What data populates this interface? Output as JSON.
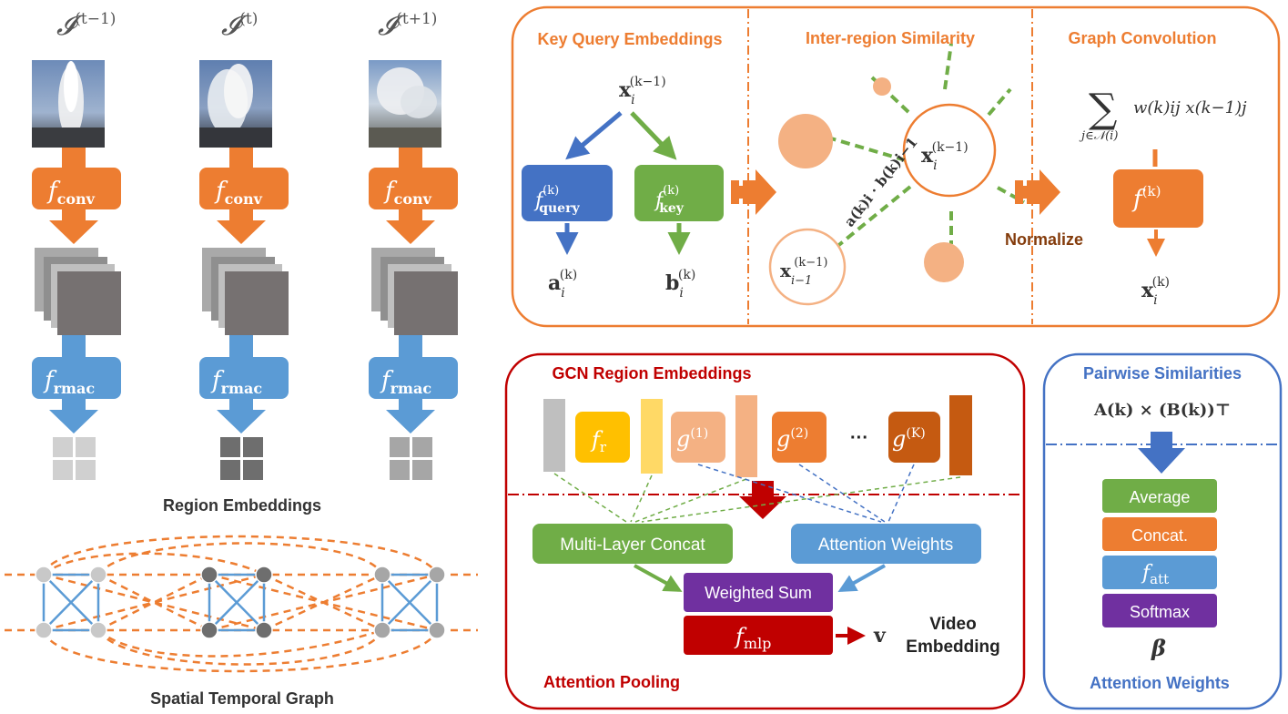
{
  "colors": {
    "orange": "#ed7d31",
    "light_orange": "#f4b183",
    "blue": "#4472c4",
    "light_blue": "#5b9bd5",
    "green": "#70ad47",
    "dark_red": "#c00000",
    "purple": "#7030a0",
    "yellow": "#ffc000",
    "brown": "#843c0c",
    "gray": "#7f7f7f"
  },
  "frames": [
    {
      "label_base": "𝓘",
      "superscript": "(t−1)",
      "cell_color": "#d0d0d0"
    },
    {
      "label_base": "𝓘",
      "superscript": "(t)",
      "cell_color": "#6e6e6e"
    },
    {
      "label_base": "𝓘",
      "superscript": "(t+1)",
      "cell_color": "#a6a6a6"
    }
  ],
  "left": {
    "fconv_base": "f",
    "fconv_sub": "conv",
    "frmac_base": "f",
    "frmac_sub": "rmac",
    "region_embeddings_title": "Region Embeddings",
    "graph_title": "Spatial Temporal Graph"
  },
  "top": {
    "section1_title": "Key Query Embeddings",
    "section2_title": "Inter-region Similarity",
    "section3_title": "Graph Convolution",
    "x_input": {
      "base": "x",
      "sub": "i",
      "sup": "(k−1)"
    },
    "fquery": {
      "base": "f",
      "sub": "query",
      "sup": "(k)"
    },
    "fkey": {
      "base": "f",
      "sub": "key",
      "sup": "(k)"
    },
    "a_out": {
      "base": "a",
      "sub": "i",
      "sup": "(k)"
    },
    "b_out": {
      "base": "b",
      "sub": "i",
      "sup": "(k)"
    },
    "center_node": {
      "base": "x",
      "sub": "i",
      "sup": "(k−1)"
    },
    "neighbor_node": {
      "base": "x",
      "sub": "i−1",
      "sup": "(k−1)"
    },
    "edge_label": "a(k)i · b(k)i−1",
    "normalize_label": "Normalize",
    "sum_symbol": "∑",
    "sum_index": "j∈𝒩(i)",
    "sum_term": "w(k)ij x(k−1)j",
    "fk": {
      "base": "f",
      "sup": "(k)"
    },
    "x_output": {
      "base": "x",
      "sub": "i",
      "sup": "(k)"
    }
  },
  "gcn": {
    "title": "GCN Region Embeddings",
    "fr": {
      "base": "f",
      "sub": "r"
    },
    "g1": {
      "base": "g",
      "sup": "(1)"
    },
    "g2": {
      "base": "g",
      "sup": "(2)"
    },
    "ellipsis": "···",
    "gK": {
      "base": "g",
      "sup": "(K)"
    },
    "concat_label": "Multi-Layer Concat",
    "attn_label": "Attention Weights",
    "weighted_sum_label": "Weighted Sum",
    "fmlp": {
      "base": "f",
      "sub": "mlp"
    },
    "v_label": "v",
    "video_embedding_label": "Video Embedding",
    "video_word1": "Video",
    "video_word2": "Embedding",
    "pooling_title": "Attention Pooling"
  },
  "pairwise": {
    "title": "Pairwise Similarities",
    "formula": "A(k) × (B(k))⊤",
    "steps": [
      "Average",
      "Concat.",
      "f_att",
      "Softmax"
    ],
    "fatt": {
      "base": "f",
      "sub": "att"
    },
    "beta_label": "β",
    "bottom_title": "Attention Weights"
  }
}
